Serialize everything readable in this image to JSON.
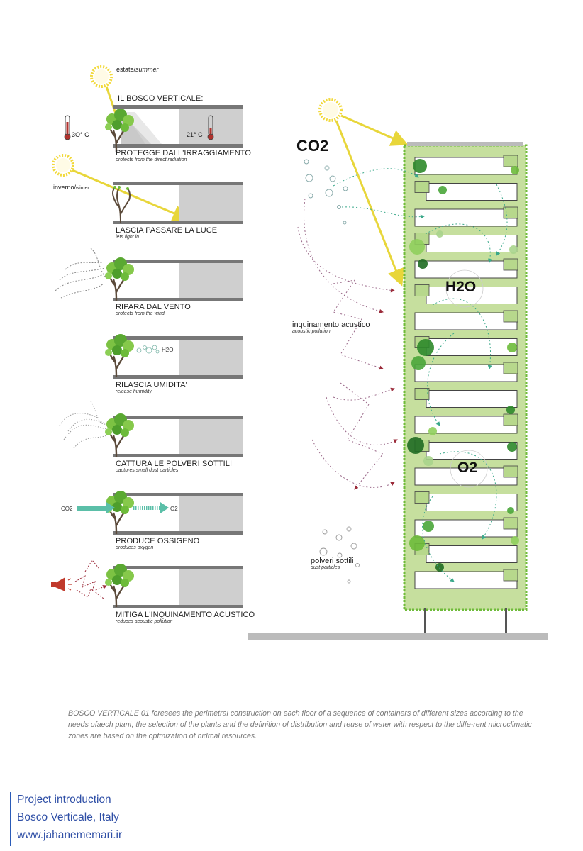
{
  "header": {
    "season_summer": "estate/",
    "season_summer_en": "summer",
    "title": "IL BOSCO VERTICALE:",
    "season_winter": "inverno/",
    "season_winter_en": "winter",
    "temp_out": "3O° C",
    "temp_in": "21° C"
  },
  "panels": [
    {
      "title": "PROTEGGE DALL'IRRAGGIAMENTO",
      "sub": "protects from the direct radiation"
    },
    {
      "title": "LASCIA PASSARE LA LUCE",
      "sub": "lets light in"
    },
    {
      "title": "RIPARA  DAL VENTO",
      "sub": "protects from the wind"
    },
    {
      "title": "RILASCIA UMIDITA'",
      "sub": "release humidity"
    },
    {
      "title": "CATTURA LE POLVERI SOTTILI",
      "sub": "captures small dust particles"
    },
    {
      "title": "PRODUCE OSSIGENO",
      "sub": "produces oxygen"
    },
    {
      "title": "MITIGA L'INQUINAMENTO ACUSTICO",
      "sub": "reduces acoustic pollution"
    }
  ],
  "panel_labels": {
    "h2o": "H2O",
    "co2": "CO2",
    "o2": "O2"
  },
  "tower": {
    "co2": "CO2",
    "h2o": "H2O",
    "o2": "O2",
    "acoustic": "inquinamento acustico",
    "acoustic_en": "acoustic pollution",
    "dust": "polveri sottili",
    "dust_en": "dust particles"
  },
  "colors": {
    "leaf": "#6dbb3a",
    "leaf_dark": "#2e8a2a",
    "sun": "#f4e23a",
    "tower_green": "#c6df9e",
    "slab": "#777777",
    "wall": "#cccccc",
    "thermo_red": "#b0322d",
    "footer_blue": "#2f4fa6"
  },
  "caption": "BOSCO VERTICALE 01 foresees the perimetral construction on each floor of a sequence of containers of different sizes according to the needs ofaech plant;  the selection of the plants and the definition of distribution and reuse of water with respect to the diffe-rent microclimatic zones are based on the optmization of hidrcal resources.",
  "footer": {
    "line1": "Project introduction",
    "line2": "Bosco Verticale, Italy",
    "line3": "www.jahanememari.ir"
  }
}
